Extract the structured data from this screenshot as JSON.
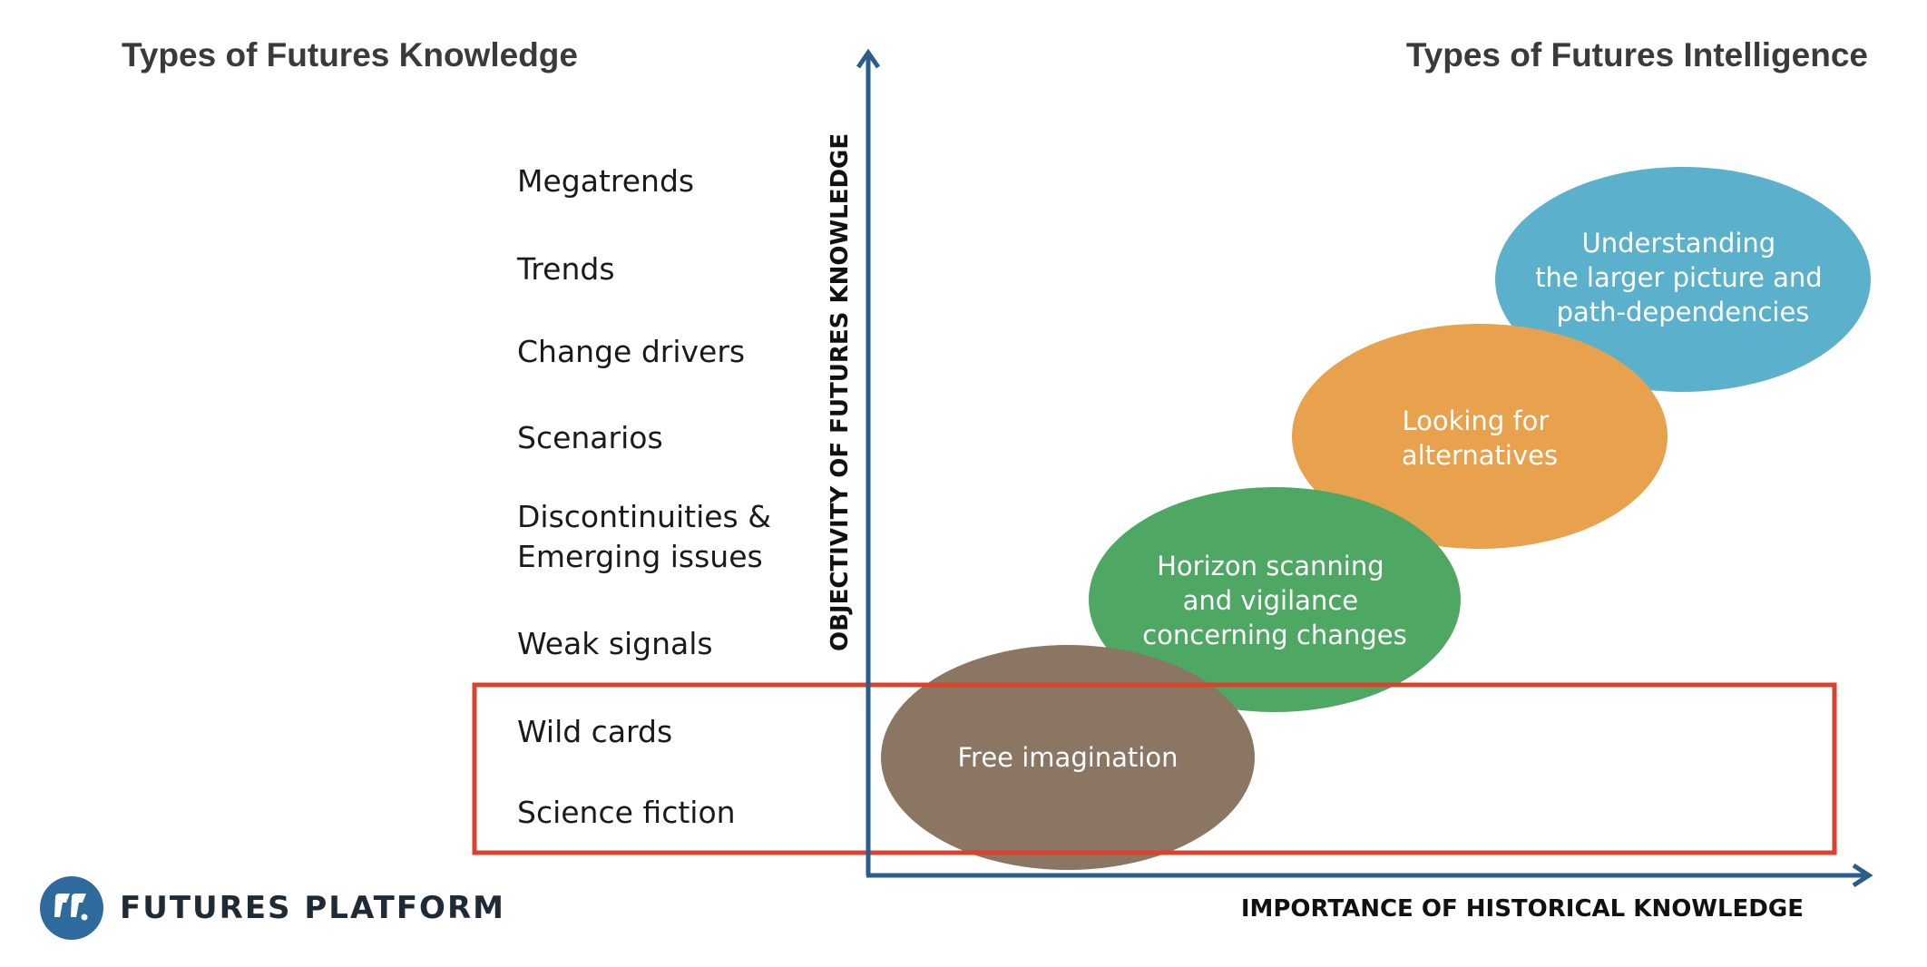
{
  "titles": {
    "left": "Types of Futures Knowledge",
    "right": "Types of Futures Intelligence"
  },
  "knowledge_types": [
    "Megatrends",
    "Trends",
    "Change drivers",
    "Scenarios",
    "Discontinuities & Emerging issues",
    "Weak signals",
    "Wild cards",
    "Science fiction"
  ],
  "intelligence_types": [
    {
      "label_lines": [
        "Free imagination"
      ],
      "color": "#8b7563"
    },
    {
      "label_lines": [
        "Horizon scanning",
        "and vigilance",
        "concerning changes"
      ],
      "color": "#4ea762"
    },
    {
      "label_lines": [
        "Looking for",
        "alternatives"
      ],
      "color": "#e8a14c"
    },
    {
      "label_lines": [
        "Understanding",
        "the larger picture and",
        "path-dependencies"
      ],
      "color": "#5bb1cc"
    }
  ],
  "axes": {
    "y_label": "OBJECTIVITY OF FUTURES KNOWLEDGE",
    "x_label": "IMPORTANCE OF HISTORICAL KNOWLEDGE",
    "color": "#2a5d8c"
  },
  "highlight": {
    "color": "#d9422e",
    "covers": [
      "Wild cards",
      "Science fiction",
      "Free imagination"
    ]
  },
  "brand": {
    "name": "FUTURES PLATFORM",
    "color": "#2e6b9c"
  }
}
